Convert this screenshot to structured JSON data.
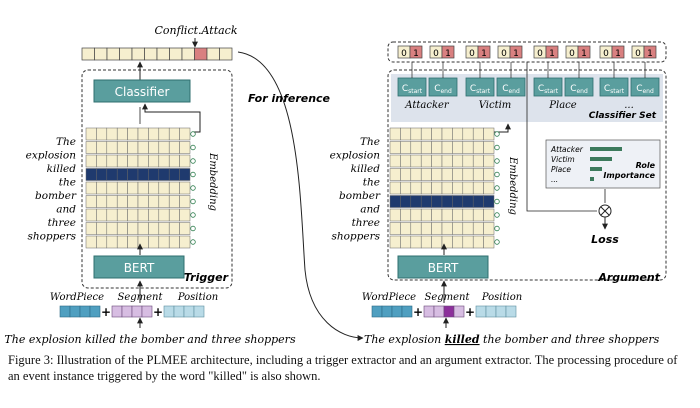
{
  "trigger": {
    "conflict_label": "Conflict.Attack",
    "classifier_label": "Classifier",
    "bert_label": "BERT",
    "panel_label": "Trigger",
    "embedding_label": "Embedding",
    "tokens": [
      "The",
      "explosion",
      "killed",
      "the",
      "bomber",
      "and",
      "three",
      "shoppers"
    ],
    "input_labels": {
      "wordpiece": "WordPiece",
      "segment": "Segment",
      "position": "Position"
    },
    "sentence": "The explosion killed the bomber and three shoppers"
  },
  "inference_label": "For inference",
  "argument": {
    "slots": [
      "0",
      "1",
      "0",
      "1",
      "0",
      "1",
      "0",
      "1",
      "0",
      "1",
      "0",
      "1",
      "0",
      "1",
      "0",
      "1"
    ],
    "roles": [
      "Attacker",
      "Victim",
      "Place",
      "..."
    ],
    "c_start": "start",
    "c_end": "end",
    "classifier_set_label": "Classifier Set",
    "importance_items": [
      "Attacker",
      "Victim",
      "Place",
      "..."
    ],
    "role_importance_label": [
      "Role",
      "Importance"
    ],
    "loss_label": "Loss",
    "bert_label": "BERT",
    "panel_label": "Argument",
    "embedding_label": "Embedding",
    "tokens": [
      "The",
      "explosion",
      "killed",
      "the",
      "bomber",
      "and",
      "three",
      "shoppers"
    ],
    "input_labels": {
      "wordpiece": "WordPiece",
      "segment": "Segment",
      "position": "Position"
    },
    "sentence": {
      "pre": "The explosion ",
      "trigger": "killed",
      "post": " the bomber and three shoppers"
    }
  },
  "caption": "Figure 3: Illustration of the PLMEE architecture, including a trigger extractor and an argument extractor.  The processing procedure of an event instance triggered by the word \"killed\" is also shown."
}
